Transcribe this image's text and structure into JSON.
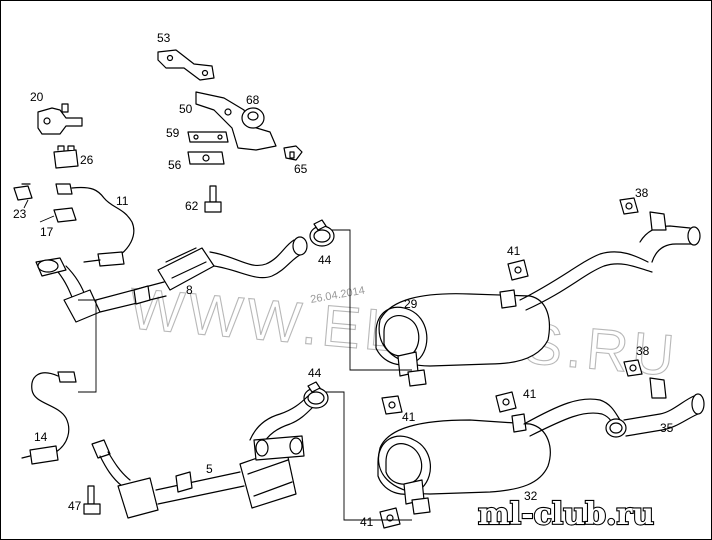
{
  "watermark": "WWW.ELCATS.RU",
  "date_stamp": "26.04.2014",
  "brand_logo": "ml-club.ru",
  "callouts": [
    "53",
    "50",
    "68",
    "59",
    "56",
    "65",
    "20",
    "26",
    "23",
    "17",
    "11",
    "62",
    "8",
    "44",
    "29",
    "41",
    "38",
    "14",
    "5",
    "47",
    "32",
    "35"
  ]
}
